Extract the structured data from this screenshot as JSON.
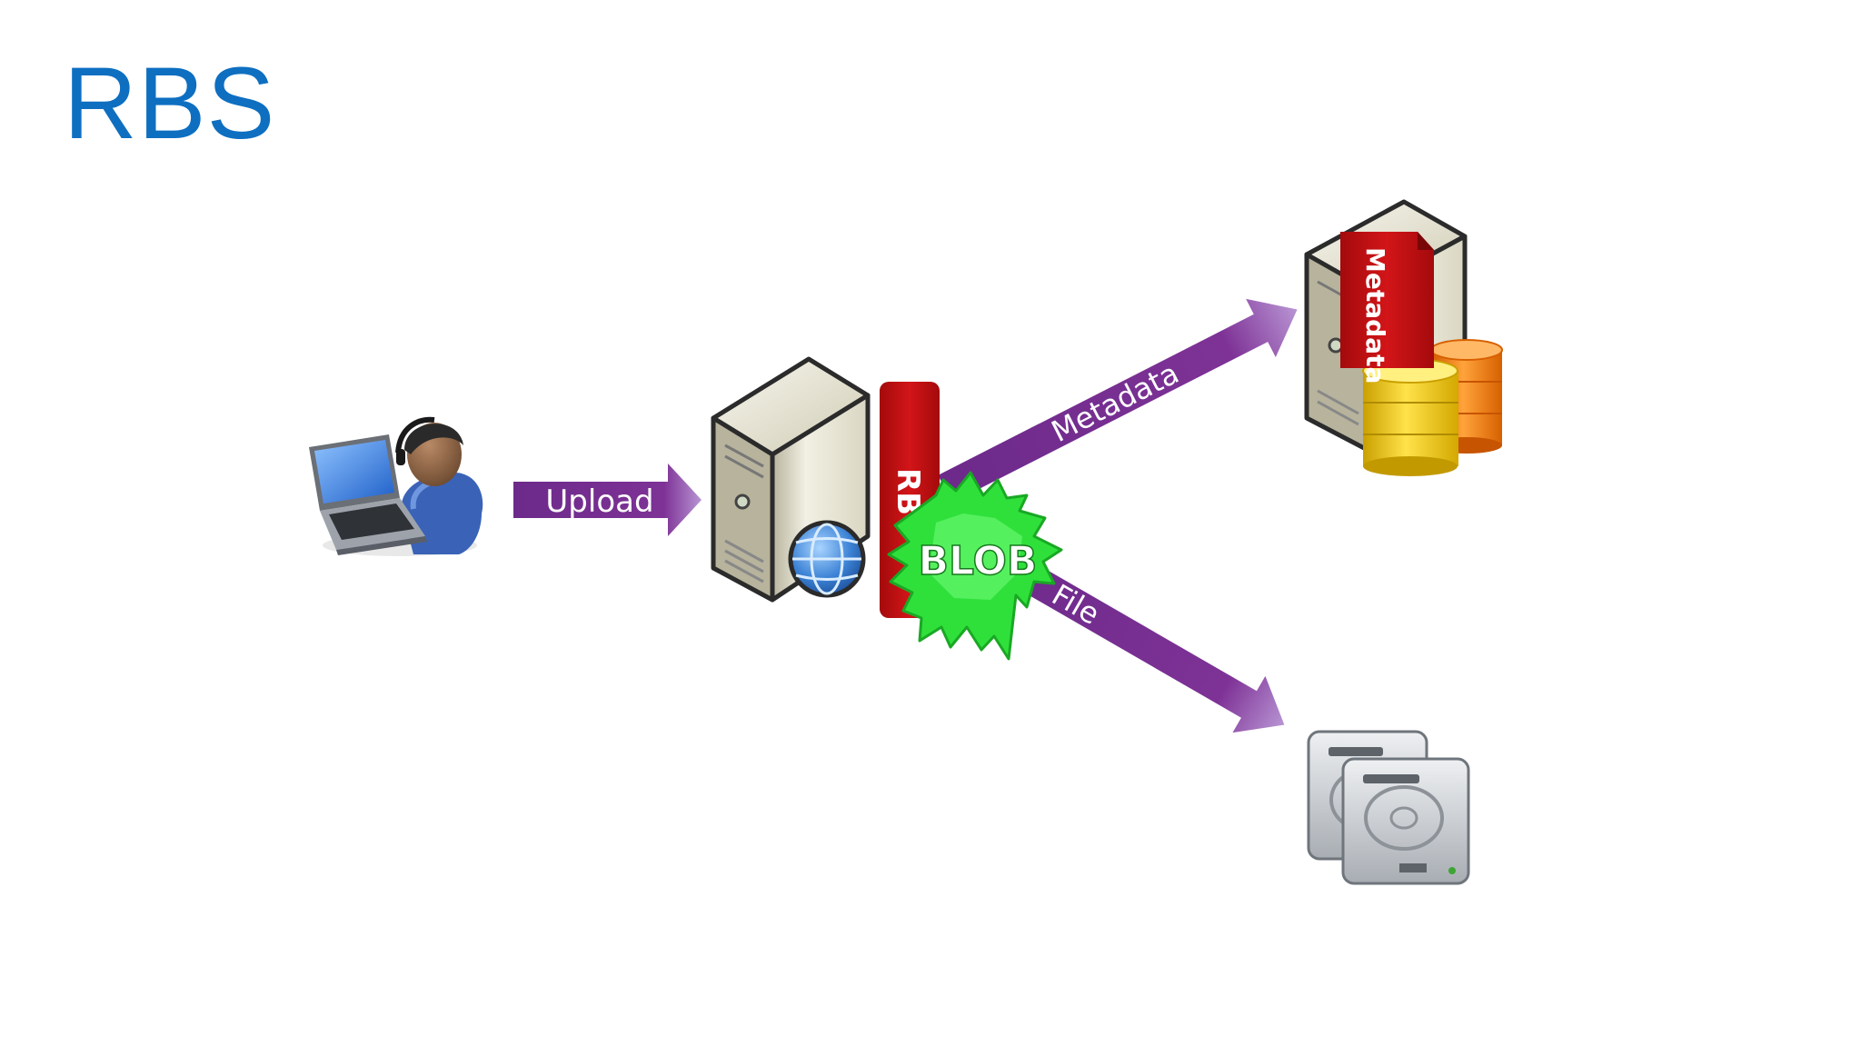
{
  "slide": {
    "title": "RBS",
    "arrows": {
      "upload": "Upload",
      "metadata": "Metadata",
      "file": "File"
    },
    "rbs_provider_label": "RB",
    "blob_label": "BLOB",
    "metadata_tag": "Metadata"
  },
  "colors": {
    "title": "#0e6fc1",
    "arrow": "#7a2f95",
    "rbs_bar": "#c20f12",
    "blob": "#2fe03b"
  },
  "icons": [
    "user-laptop-icon",
    "web-server-icon",
    "database-server-icon",
    "disk-storage-icon",
    "blob-splat-icon"
  ]
}
